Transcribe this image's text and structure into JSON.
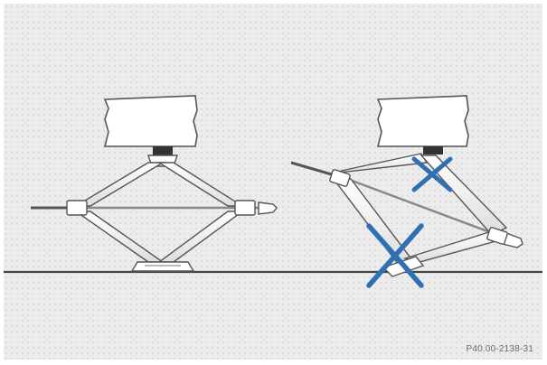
{
  "figure": {
    "code_label": "P40.00-2138-31"
  },
  "colors": {
    "background": "#ececec",
    "line": "#555555",
    "ground": "#444444",
    "mark_x": "#2f6fb3"
  },
  "illustrations": [
    {
      "id": "jack-correct",
      "state": "upright"
    },
    {
      "id": "jack-incorrect",
      "state": "tilted",
      "marked_wrong": true
    }
  ]
}
